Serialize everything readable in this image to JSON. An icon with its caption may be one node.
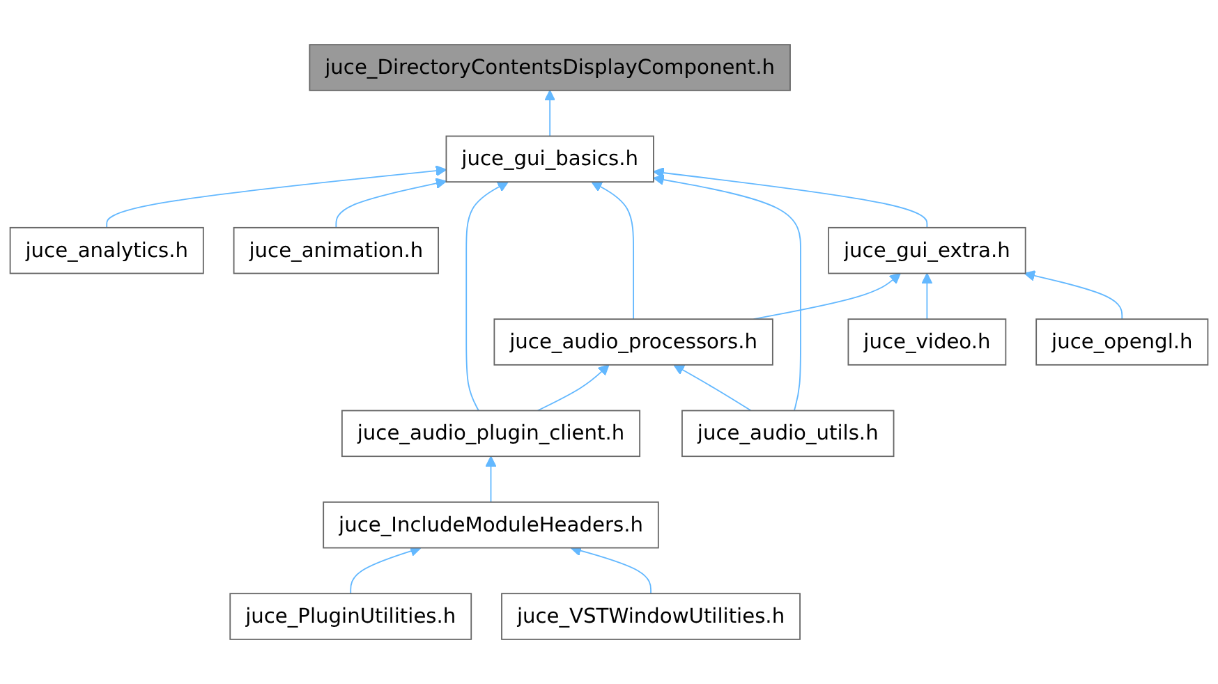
{
  "diagram": {
    "nodes": [
      {
        "text": [
          "juce_DirectoryContentsDisplayComponent.h"
        ]
      },
      {
        "text": [
          "juce_gui_basics.h"
        ]
      },
      {
        "text": [
          "juce_analytics.h"
        ]
      },
      {
        "text": [
          "juce_animation.h"
        ]
      },
      {
        "text": [
          "juce_gui_extra.h"
        ]
      },
      {
        "text": [
          "juce_audio_processors.h"
        ]
      },
      {
        "text": [
          "juce_video.h"
        ]
      },
      {
        "text": [
          "juce_opengl.h"
        ]
      },
      {
        "text": [
          "juce_audio_plugin_client.h"
        ]
      },
      {
        "text": [
          "juce_audio_utils.h"
        ]
      },
      {
        "text": [
          "juce_IncludeModuleHeaders.h"
        ]
      },
      {
        "text": [
          "juce_PluginUtilities.h"
        ]
      },
      {
        "text": [
          "juce_VSTWindowUtilities.h"
        ]
      }
    ],
    "edges": [
      {
        "from": 1,
        "to": 0,
        "arrow": "to"
      },
      {
        "from": 2,
        "to": 1,
        "arrow": "to"
      },
      {
        "from": 3,
        "to": 1,
        "arrow": "to"
      },
      {
        "from": 8,
        "to": 1,
        "arrow": "to"
      },
      {
        "from": 5,
        "to": 1,
        "arrow": "to"
      },
      {
        "from": 9,
        "to": 1,
        "arrow": "to"
      },
      {
        "from": 4,
        "to": 1,
        "arrow": "to"
      },
      {
        "from": 5,
        "to": 4,
        "arrow": "to"
      },
      {
        "from": 6,
        "to": 4,
        "arrow": "to"
      },
      {
        "from": 7,
        "to": 4,
        "arrow": "to"
      },
      {
        "from": 8,
        "to": 5,
        "arrow": "to"
      },
      {
        "from": 9,
        "to": 5,
        "arrow": "to"
      },
      {
        "from": 10,
        "to": 8,
        "arrow": "to"
      },
      {
        "from": 11,
        "to": 10,
        "arrow": "to"
      },
      {
        "from": 12,
        "to": 10,
        "arrow": "to"
      }
    ]
  }
}
